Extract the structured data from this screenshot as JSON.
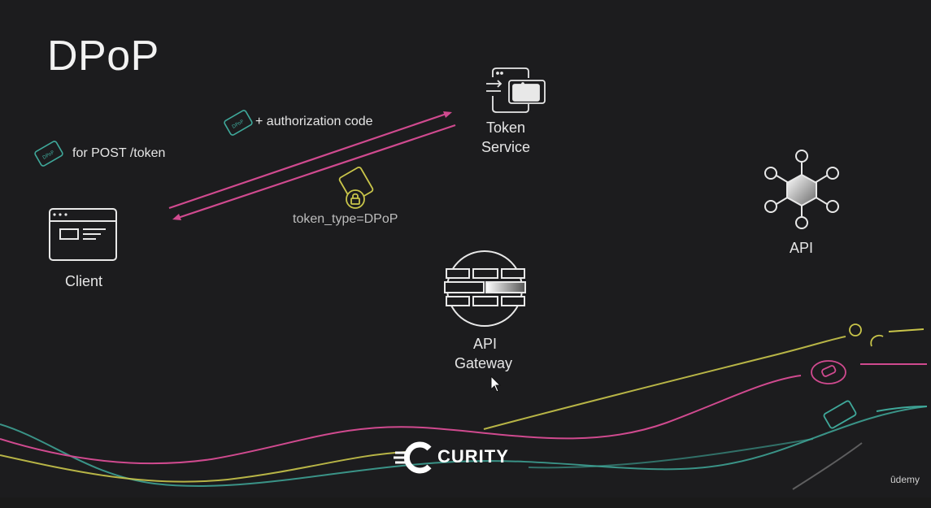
{
  "slide": {
    "title": "DPoP"
  },
  "nodes": {
    "client": "Client",
    "token_service_line1": "Token",
    "token_service_line2": "Service",
    "api": "API",
    "api_gateway_line1": "API",
    "api_gateway_line2": "Gateway"
  },
  "annotations": {
    "for_post_token": "for POST /token",
    "authorization_code": "+ authorization code",
    "token_type": "token_type=DPoP"
  },
  "brand": {
    "name": "CURITY",
    "watermark": "ûdemy"
  },
  "colors": {
    "background": "#1c1c1e",
    "pink": "#d04a8f",
    "yellow": "#c9c54a",
    "teal": "#3fa89a",
    "white": "#e8e8e8"
  },
  "icons": {
    "client": "browser-window-icon",
    "token_service": "token-exchange-icon",
    "api": "hexagon-network-icon",
    "api_gateway": "firewall-globe-icon",
    "dpop_ticket": "dpop-ticket-icon",
    "locked_ticket": "locked-ticket-icon",
    "curity_logo": "curity-logo-icon"
  }
}
